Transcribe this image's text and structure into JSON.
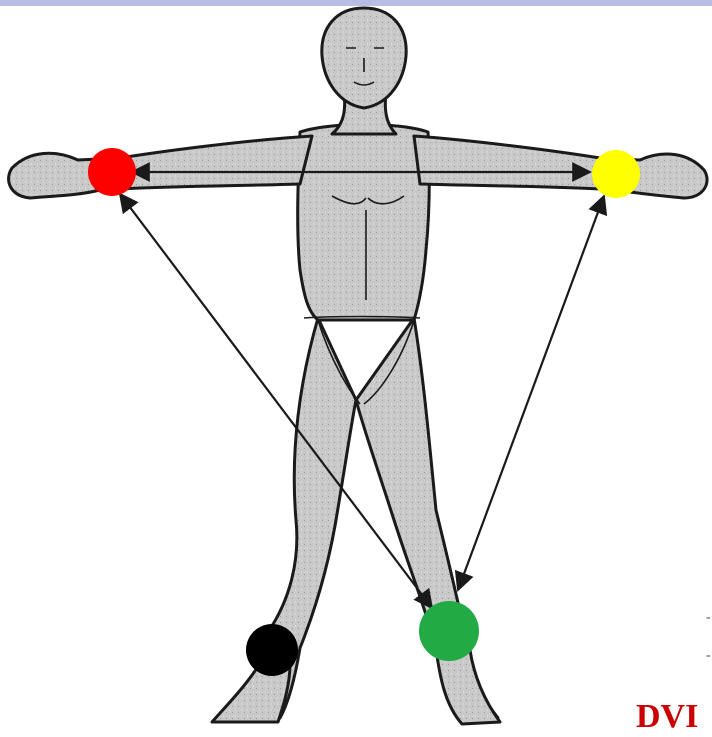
{
  "colors": {
    "top_bar": "#b8bde6",
    "skin": "#c8c8c8",
    "outline": "#1a1a1a",
    "electrode_right_wrist": "#ff0000",
    "electrode_left_wrist": "#ffff00",
    "electrode_left_ankle": "#22aa44",
    "electrode_right_ankle": "#000000",
    "edge_text": "#cc0000"
  },
  "electrodes": [
    {
      "id": "right-wrist",
      "color": "red"
    },
    {
      "id": "left-wrist",
      "color": "yellow"
    },
    {
      "id": "left-ankle",
      "color": "green"
    },
    {
      "id": "right-ankle",
      "color": "black"
    }
  ],
  "edge_text": "DVI"
}
